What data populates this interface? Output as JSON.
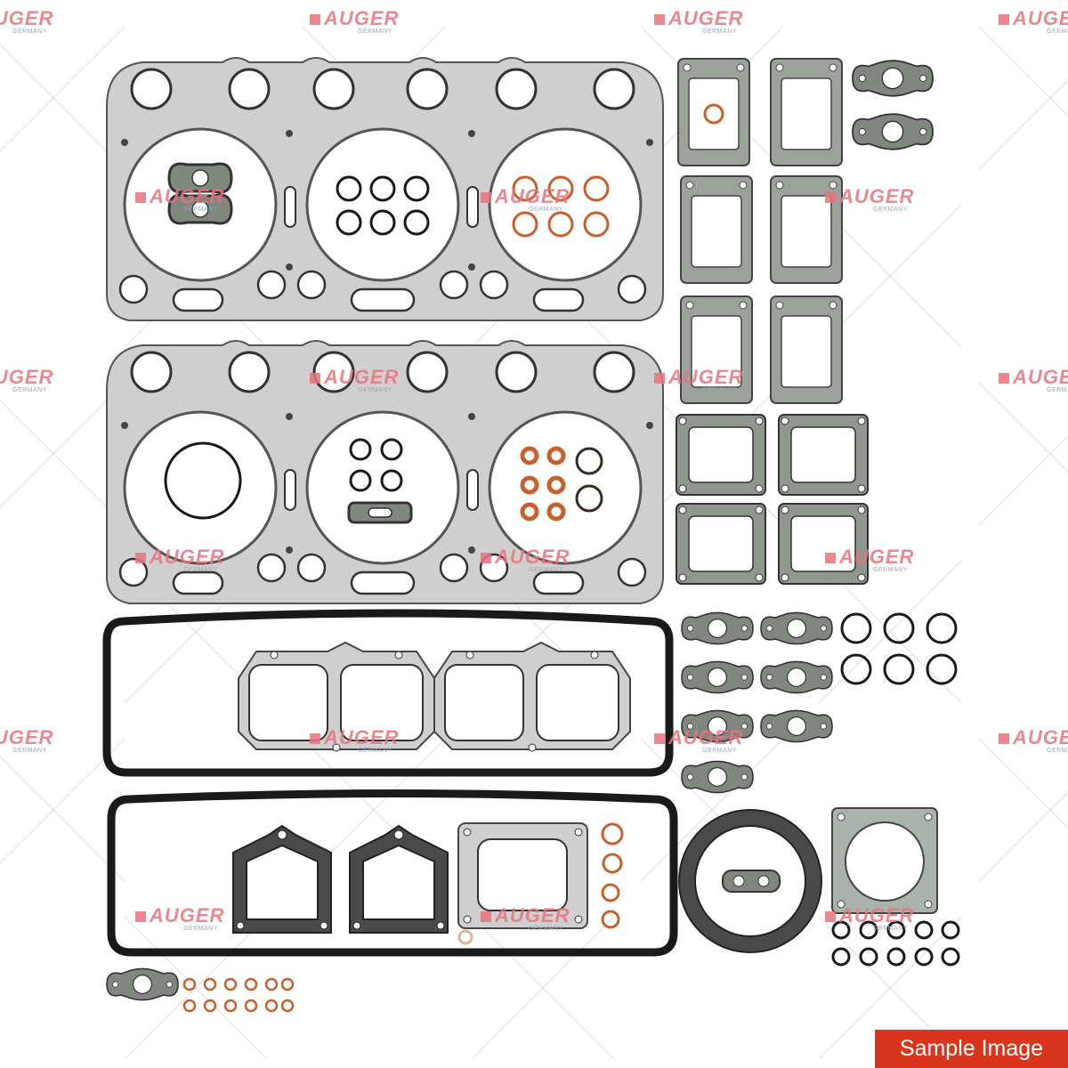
{
  "watermark": {
    "brand": "AUGER",
    "subtitle": "GERMANY",
    "brand_color": "#e8737d",
    "text_color": "#9aa6b4"
  },
  "badge": {
    "label": "Sample Image",
    "background": "#d8351c",
    "text_color": "#ffffff"
  },
  "colors": {
    "metal": "#cfcfcf",
    "paper_gasket": "#9aa29a",
    "rubber_seal": "#1a1a1a",
    "copper_ring": "#c8602d",
    "background": "#ffffff"
  }
}
